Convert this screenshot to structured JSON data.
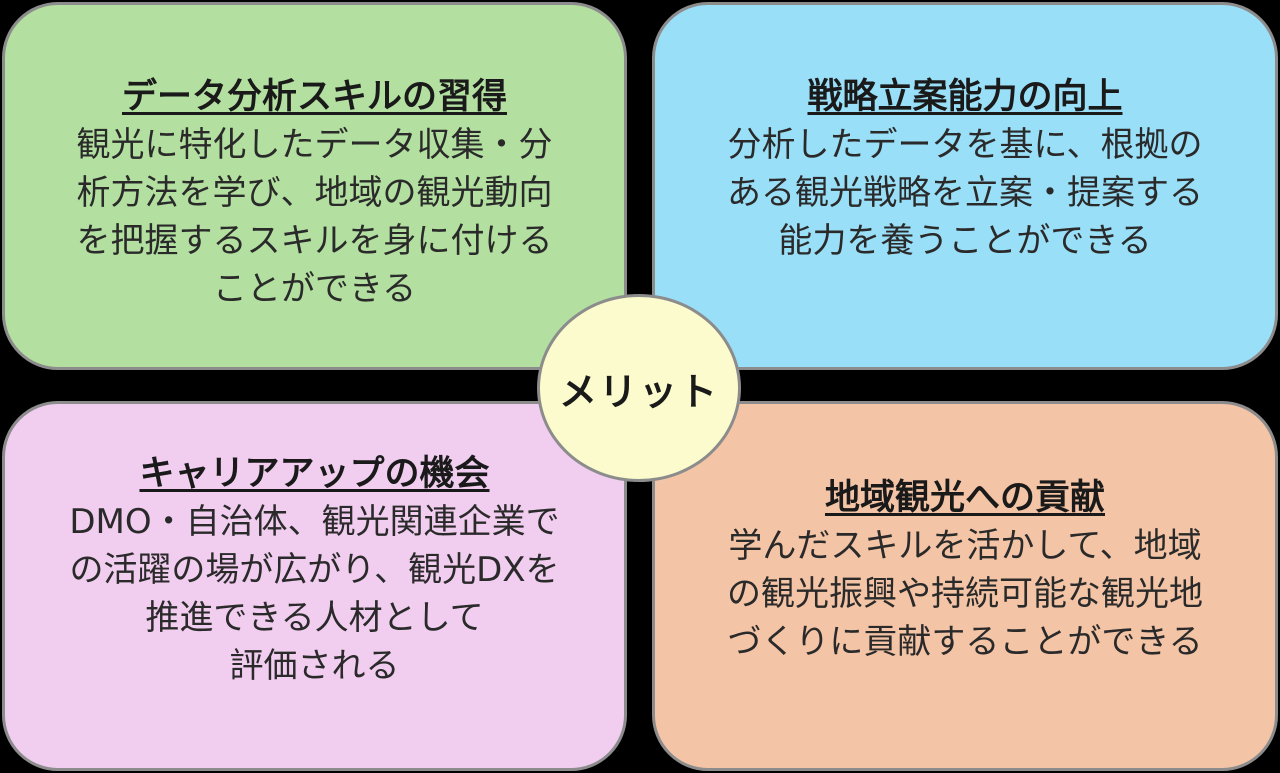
{
  "center": {
    "label": "メリット"
  },
  "quadrants": {
    "top_left": {
      "title": "データ分析スキルの習得",
      "lines": [
        "観光に特化したデータ収集・分",
        "析方法を学び、地域の観光動向",
        "を把握するスキルを身に付ける",
        "ことができる"
      ],
      "background": "#b3e0a0"
    },
    "top_right": {
      "title": "戦略立案能力の向上",
      "lines": [
        "分析したデータを基に、根拠の",
        "ある観光戦略を立案・提案する",
        "能力を養うことができる"
      ],
      "background": "#9adff8"
    },
    "bottom_left": {
      "title": "キャリアアップの機会",
      "lines": [
        "DMO・自治体、観光関連企業で",
        "の活躍の場が広がり、観光DXを",
        "推進できる人材として",
        "評価される"
      ],
      "background": "#f1cdef"
    },
    "bottom_right": {
      "title": "地域観光への貢献",
      "lines": [
        "学んだスキルを活かして、地域",
        "の観光振興や持続可能な観光地",
        "づくりに貢献することができる"
      ],
      "background": "#f4c4a6"
    }
  },
  "colors": {
    "page_background": "#000000",
    "border": "#8c8c8c",
    "center_fill": "#fbfbcd"
  }
}
